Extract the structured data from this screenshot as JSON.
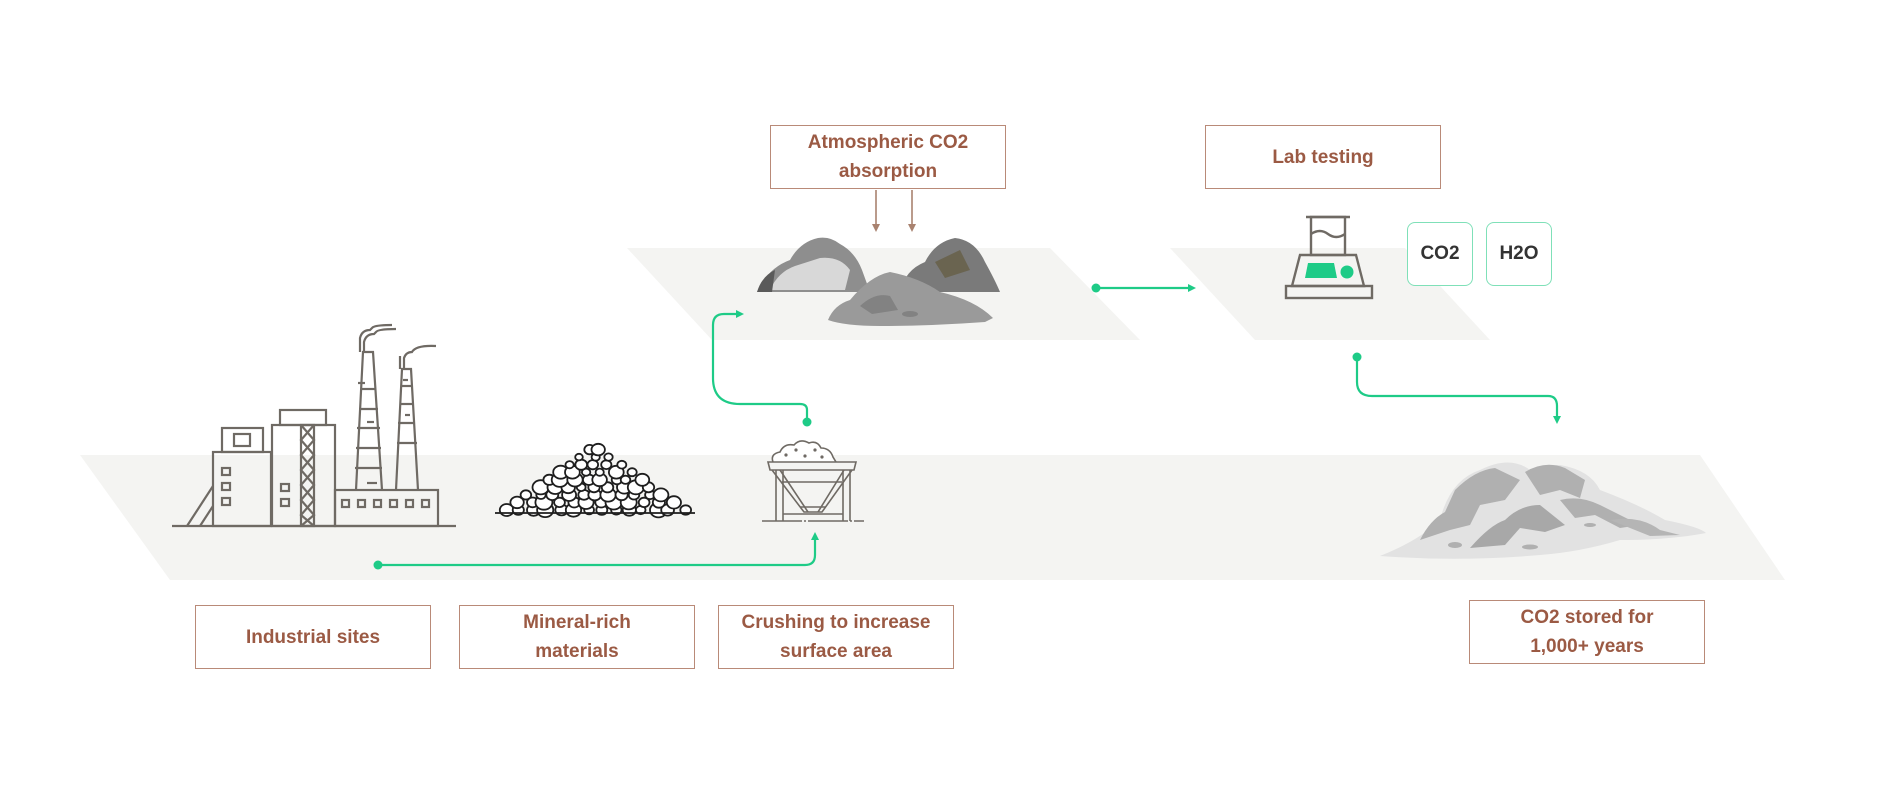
{
  "title": "Carbon mineralization process",
  "colors": {
    "label_text": "#9b5a44",
    "label_border": "#b98a78",
    "flow_line": "#1ecb87",
    "platform": "#f4f4f2",
    "icon_stroke": "#6f6a64",
    "chip_border": "#7fe0b8"
  },
  "stages": [
    {
      "id": "industrial",
      "label": "Industrial sites",
      "icon": "factory-icon"
    },
    {
      "id": "minerals",
      "label": "Mineral-rich materials",
      "icon": "rock-pile-icon"
    },
    {
      "id": "crushing",
      "label": "Crushing to increase surface area",
      "icon": "crusher-hopper-icon"
    },
    {
      "id": "absorption",
      "label": "Atmospheric CO2 absorption",
      "icon": "rocks-icon"
    },
    {
      "id": "lab",
      "label": "Lab testing",
      "icon": "lab-scale-icon"
    },
    {
      "id": "storage",
      "label": "CO2 stored for 1,000+ years",
      "icon": "mineralized-rocks-icon"
    }
  ],
  "labels": {
    "industrial_l1": "Industrial sites",
    "minerals_l1": "Mineral-rich",
    "minerals_l2": "materials",
    "crushing_l1": "Crushing to increase",
    "crushing_l2": "surface area",
    "absorption_l1": "Atmospheric CO2",
    "absorption_l2": "absorption",
    "lab_l1": "Lab testing",
    "storage_l1": "CO2 stored for",
    "storage_l2": "1,000+ years"
  },
  "chips": [
    "CO2",
    "H2O"
  ],
  "flows": [
    {
      "from": "industrial",
      "to": "crushing"
    },
    {
      "from": "crushing",
      "to": "absorption"
    },
    {
      "from": "absorption",
      "to": "lab"
    },
    {
      "from": "lab",
      "to": "storage"
    }
  ]
}
